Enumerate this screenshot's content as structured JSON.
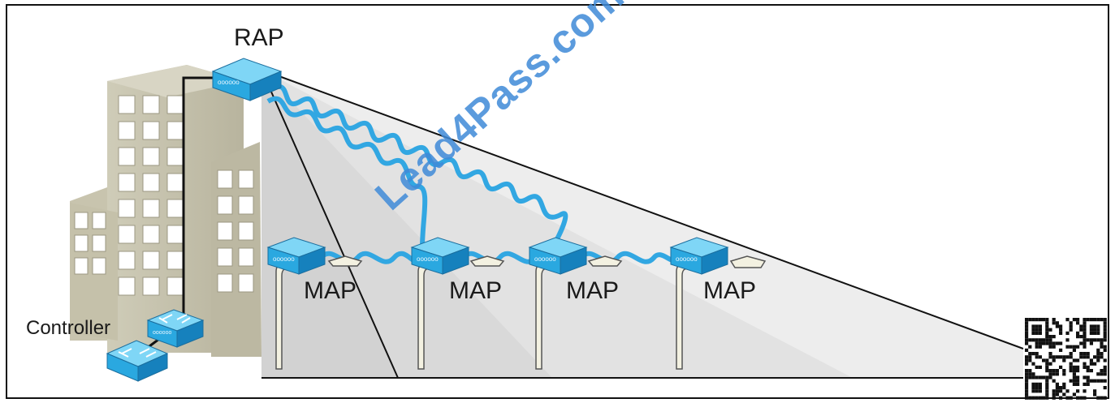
{
  "labels": {
    "rap": "RAP",
    "controller": "Controller",
    "maps": [
      "MAP",
      "MAP",
      "MAP",
      "MAP"
    ]
  },
  "watermark": "Lead4Pass.com",
  "colors": {
    "device": "#2aa8e0",
    "link": "#32a7e2",
    "building": "#c9c5b0",
    "coverage": "#ededed",
    "watermark": "#3f8ad8"
  },
  "icons": [
    "building-icon",
    "root-access-point-icon",
    "mesh-access-point-icon",
    "controller-switch-icon",
    "qr-code-icon"
  ]
}
